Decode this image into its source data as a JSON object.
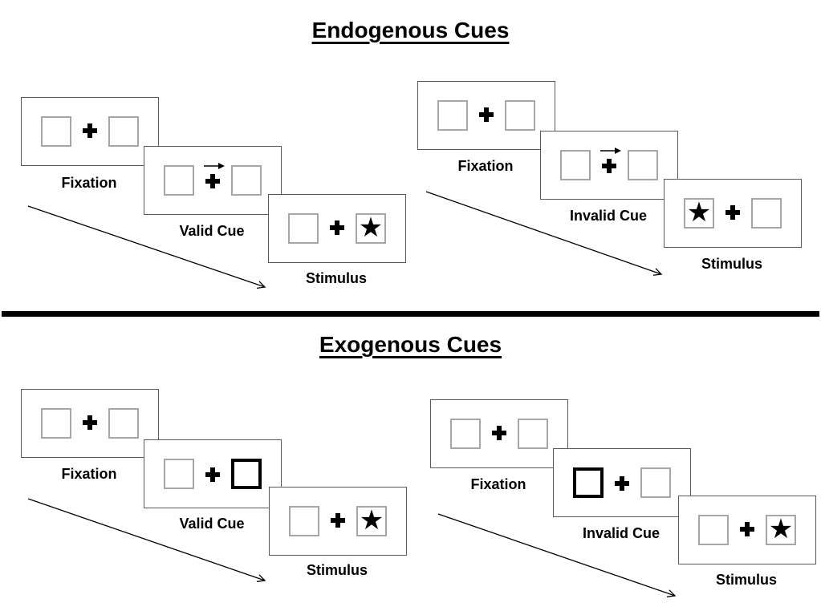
{
  "diagram": {
    "sections": [
      {
        "title": "Endogenous Cues",
        "panels": [
          {
            "name": "endogenous-valid",
            "steps": [
              {
                "label": "Fixation",
                "cue": "none",
                "star_position": "none"
              },
              {
                "label": "Valid Cue",
                "cue": "central-arrow-right",
                "star_position": "none"
              },
              {
                "label": "Stimulus",
                "cue": "none",
                "star_position": "right"
              }
            ]
          },
          {
            "name": "endogenous-invalid",
            "steps": [
              {
                "label": "Fixation",
                "cue": "none",
                "star_position": "none"
              },
              {
                "label": "Invalid Cue",
                "cue": "central-arrow-right",
                "star_position": "none"
              },
              {
                "label": "Stimulus",
                "cue": "none",
                "star_position": "left"
              }
            ]
          }
        ]
      },
      {
        "title": "Exogenous Cues",
        "panels": [
          {
            "name": "exogenous-valid",
            "steps": [
              {
                "label": "Fixation",
                "cue": "none",
                "star_position": "none"
              },
              {
                "label": "Valid Cue",
                "cue": "thick-box-right",
                "star_position": "none"
              },
              {
                "label": "Stimulus",
                "cue": "none",
                "star_position": "right"
              }
            ]
          },
          {
            "name": "exogenous-invalid",
            "steps": [
              {
                "label": "Fixation",
                "cue": "none",
                "star_position": "none"
              },
              {
                "label": "Invalid Cue",
                "cue": "thick-box-left",
                "star_position": "none"
              },
              {
                "label": "Stimulus",
                "cue": "none",
                "star_position": "right"
              }
            ]
          }
        ]
      }
    ],
    "icons": {
      "star": "★",
      "fixation_cross": "plus-cross",
      "cue_arrow": "right-arrow",
      "timeline_arrow": "diagonal-down-right-arrow"
    },
    "colors": {
      "ink": "#000000",
      "card_border": "#595959",
      "box_border": "#a6a6a6",
      "background": "#ffffff"
    }
  }
}
